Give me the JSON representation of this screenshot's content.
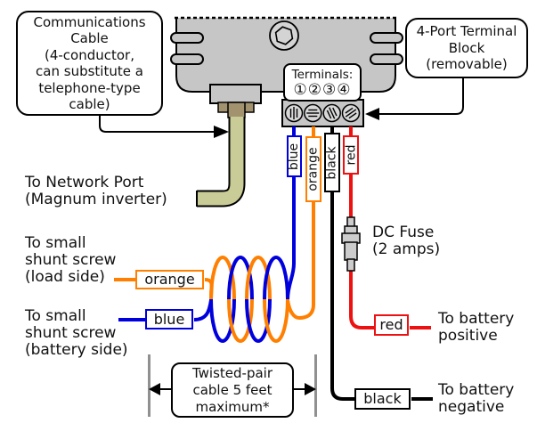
{
  "colors": {
    "wire_blue": "#0000dd",
    "wire_orange": "#ff7f00",
    "wire_red": "#ee1111",
    "wire_black": "#000000",
    "device_gray": "#c6c6c6",
    "cable_khaki": "#c9cc96",
    "connector_tan": "#a3926e"
  },
  "callouts": {
    "comm_cable": {
      "lines": [
        "Communications",
        "Cable",
        "(4-conductor,",
        "can substitute a",
        "telephone-type",
        "cable)"
      ]
    },
    "four_port": {
      "lines": [
        "4-Port Terminal",
        "Block",
        "(removable)"
      ]
    }
  },
  "terminals": {
    "label": "Terminals:",
    "numbers": [
      "①",
      "②",
      "③",
      "④"
    ]
  },
  "wire_labels": {
    "blue": "blue",
    "orange": "orange",
    "black": "black",
    "red": "red"
  },
  "annotations": {
    "network_port": {
      "line1": "To Network Port",
      "line2": "(Magnum inverter)"
    },
    "shunt_load": {
      "line1": "To small",
      "line2": "shunt screw",
      "line3": "(load side)"
    },
    "shunt_battery": {
      "line1": "To small",
      "line2": "shunt screw",
      "line3": "(battery side)"
    },
    "dc_fuse": {
      "line1": "DC Fuse",
      "line2": "(2 amps)"
    },
    "battery_positive": {
      "line1": "To battery",
      "line2": "positive"
    },
    "battery_negative": {
      "line1": "To battery",
      "line2": "negative"
    },
    "twisted_pair": {
      "lines": [
        "Twisted-pair",
        "cable 5 feet",
        "maximum*"
      ]
    }
  }
}
